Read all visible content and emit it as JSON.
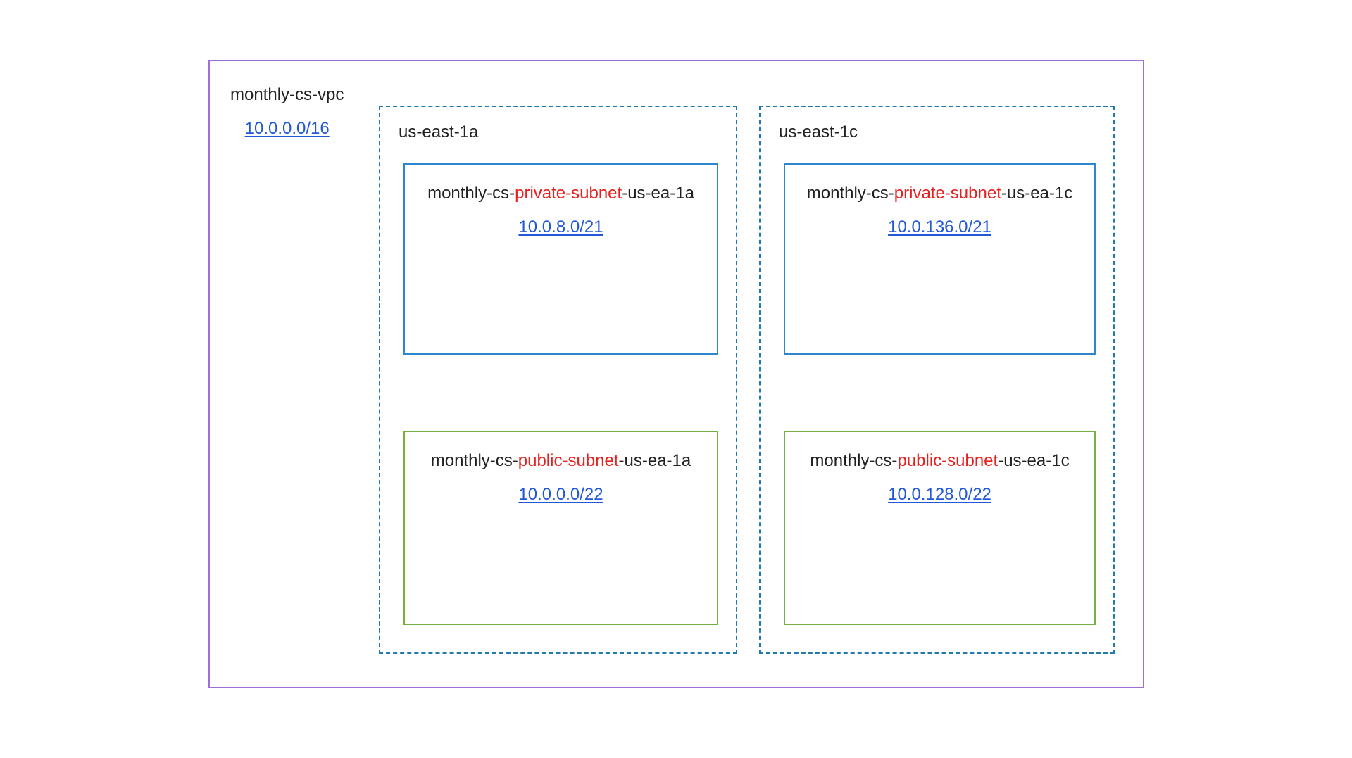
{
  "colors": {
    "vpc_border": "#9e6fd9",
    "az_border": "#2279b0",
    "private_border": "#2e86cf",
    "public_border": "#74b043",
    "link": "#2257d6",
    "highlight": "#e6201e",
    "text": "#202020",
    "bg": "#ffffff"
  },
  "vpc": {
    "name": "monthly-cs-vpc",
    "cidr": "10.0.0.0/16",
    "availability_zones": [
      {
        "name": "us-east-1a",
        "subnets": [
          {
            "type": "private",
            "name_prefix": "monthly-cs-",
            "name_highlight": "private-subnet",
            "name_suffix": "-us-ea-1a",
            "cidr": "10.0.8.0/21"
          },
          {
            "type": "public",
            "name_prefix": "monthly-cs-",
            "name_highlight": "public-subnet",
            "name_suffix": "-us-ea-1a",
            "cidr": "10.0.0.0/22"
          }
        ]
      },
      {
        "name": "us-east-1c",
        "subnets": [
          {
            "type": "private",
            "name_prefix": "monthly-cs-",
            "name_highlight": "private-subnet",
            "name_suffix": "-us-ea-1c",
            "cidr": "10.0.136.0/21"
          },
          {
            "type": "public",
            "name_prefix": "monthly-cs-",
            "name_highlight": "public-subnet",
            "name_suffix": "-us-ea-1c",
            "cidr": "10.0.128.0/22"
          }
        ]
      }
    ]
  }
}
